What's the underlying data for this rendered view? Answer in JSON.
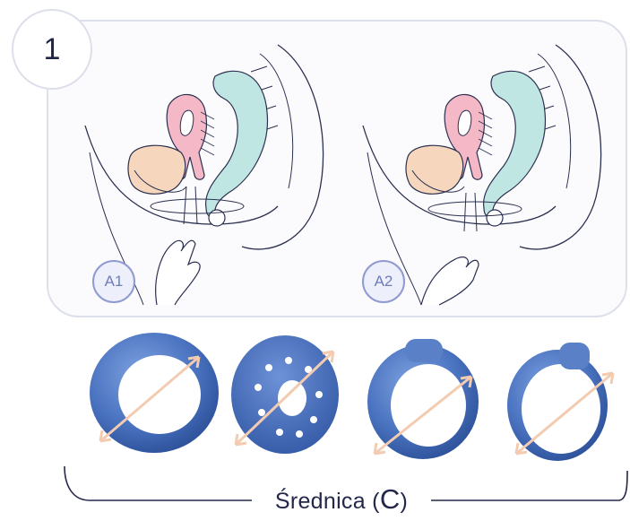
{
  "step": {
    "number": "1"
  },
  "panels": [
    {
      "badge": "A1"
    },
    {
      "badge": "A2"
    }
  ],
  "caption": {
    "prefix": "Średnica (",
    "letter": "C",
    "suffix": ")"
  },
  "colors": {
    "panel_border": "#dde0ea",
    "badge_border": "#8f9bd0",
    "badge_text": "#6f7dbb",
    "organ_peach": "#f6d7bd",
    "organ_pink": "#f4b8c6",
    "organ_teal": "#bfe6e2",
    "ring_blue": "#4f78c2",
    "arrow": "#f3cbb0"
  },
  "rings": [
    {
      "name": "ring-pessary",
      "icon": "ring-pessary-icon"
    },
    {
      "name": "ring-pessary-with-support",
      "icon": "perforated-pessary-icon"
    },
    {
      "name": "ring-pessary-with-knob",
      "icon": "knob-pessary-icon"
    },
    {
      "name": "thin-ring-pessary-with-knob",
      "icon": "thin-knob-pessary-icon"
    }
  ]
}
